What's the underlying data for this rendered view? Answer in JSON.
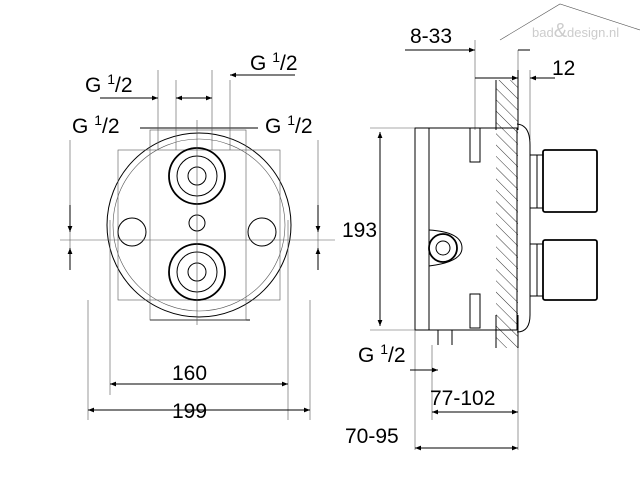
{
  "watermark": {
    "text_left": "bad",
    "amp": "&",
    "text_right": "design.nl"
  },
  "front_view": {
    "thread_labels": [
      {
        "prefix": "G",
        "num": "1",
        "sep": "/",
        "den": "2"
      },
      {
        "prefix": "G",
        "num": "1",
        "sep": "/",
        "den": "2"
      },
      {
        "prefix": "G",
        "num": "1",
        "sep": "/",
        "den": "2"
      },
      {
        "prefix": "G",
        "num": "1",
        "sep": "/",
        "den": "2"
      }
    ],
    "dim_inner": "160",
    "dim_outer": "199"
  },
  "side_view": {
    "dim_wall_range": "8-33",
    "dim_tile": "12",
    "dim_height": "193",
    "thread_label": {
      "prefix": "G",
      "num": "1",
      "sep": "/",
      "den": "2"
    },
    "dim_depth_a": "77-102",
    "dim_depth_b": "70-95"
  }
}
